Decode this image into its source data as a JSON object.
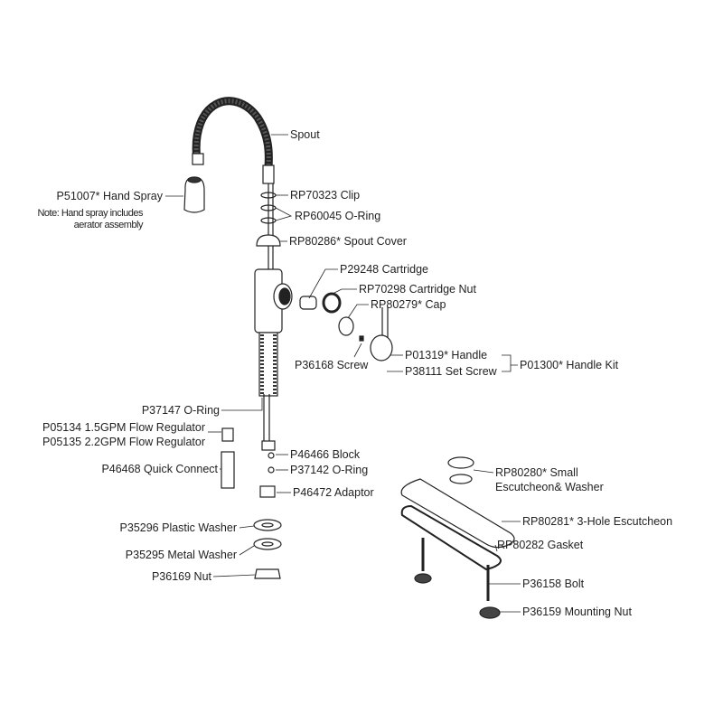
{
  "parts": {
    "spout": "Spout",
    "clip": "RP70323 Clip",
    "oring_spout": "RP60045 O-Ring",
    "spout_cover": "RP80286* Spout Cover",
    "cartridge": "P29248 Cartridge",
    "cartridge_nut": "RP70298 Cartridge Nut",
    "cap": "RP80279* Cap",
    "handle": "P01319* Handle",
    "screw": "P36168 Screw",
    "set_screw": "P38111 Set Screw",
    "handle_kit": "P01300* Handle Kit",
    "hand_spray": "P51007* Hand Spray",
    "note_line1": "Note: Hand spray includes",
    "note_line2": "aerator assembly",
    "oring_hose": "P37147 O-Ring",
    "flow_reg_15": "P05134 1.5GPM Flow Regulator",
    "flow_reg_22": "P05135 2.2GPM Flow Regulator",
    "quick_connect": "P46468 Quick Connect",
    "block": "P46466 Block",
    "oring_block": "P37142 O-Ring",
    "adaptor": "P46472 Adaptor",
    "plastic_washer": "P35296 Plastic Washer",
    "metal_washer": "P35295 Metal Washer",
    "nut": "P36169 Nut",
    "small_escutcheon_1": "RP80280* Small",
    "small_escutcheon_2": "Escutcheon& Washer",
    "escutcheon": "RP80281* 3-Hole Escutcheon",
    "gasket": "RP80282 Gasket",
    "bolt": "P36158 Bolt",
    "mounting_nut": "P36159 Mounting Nut"
  }
}
